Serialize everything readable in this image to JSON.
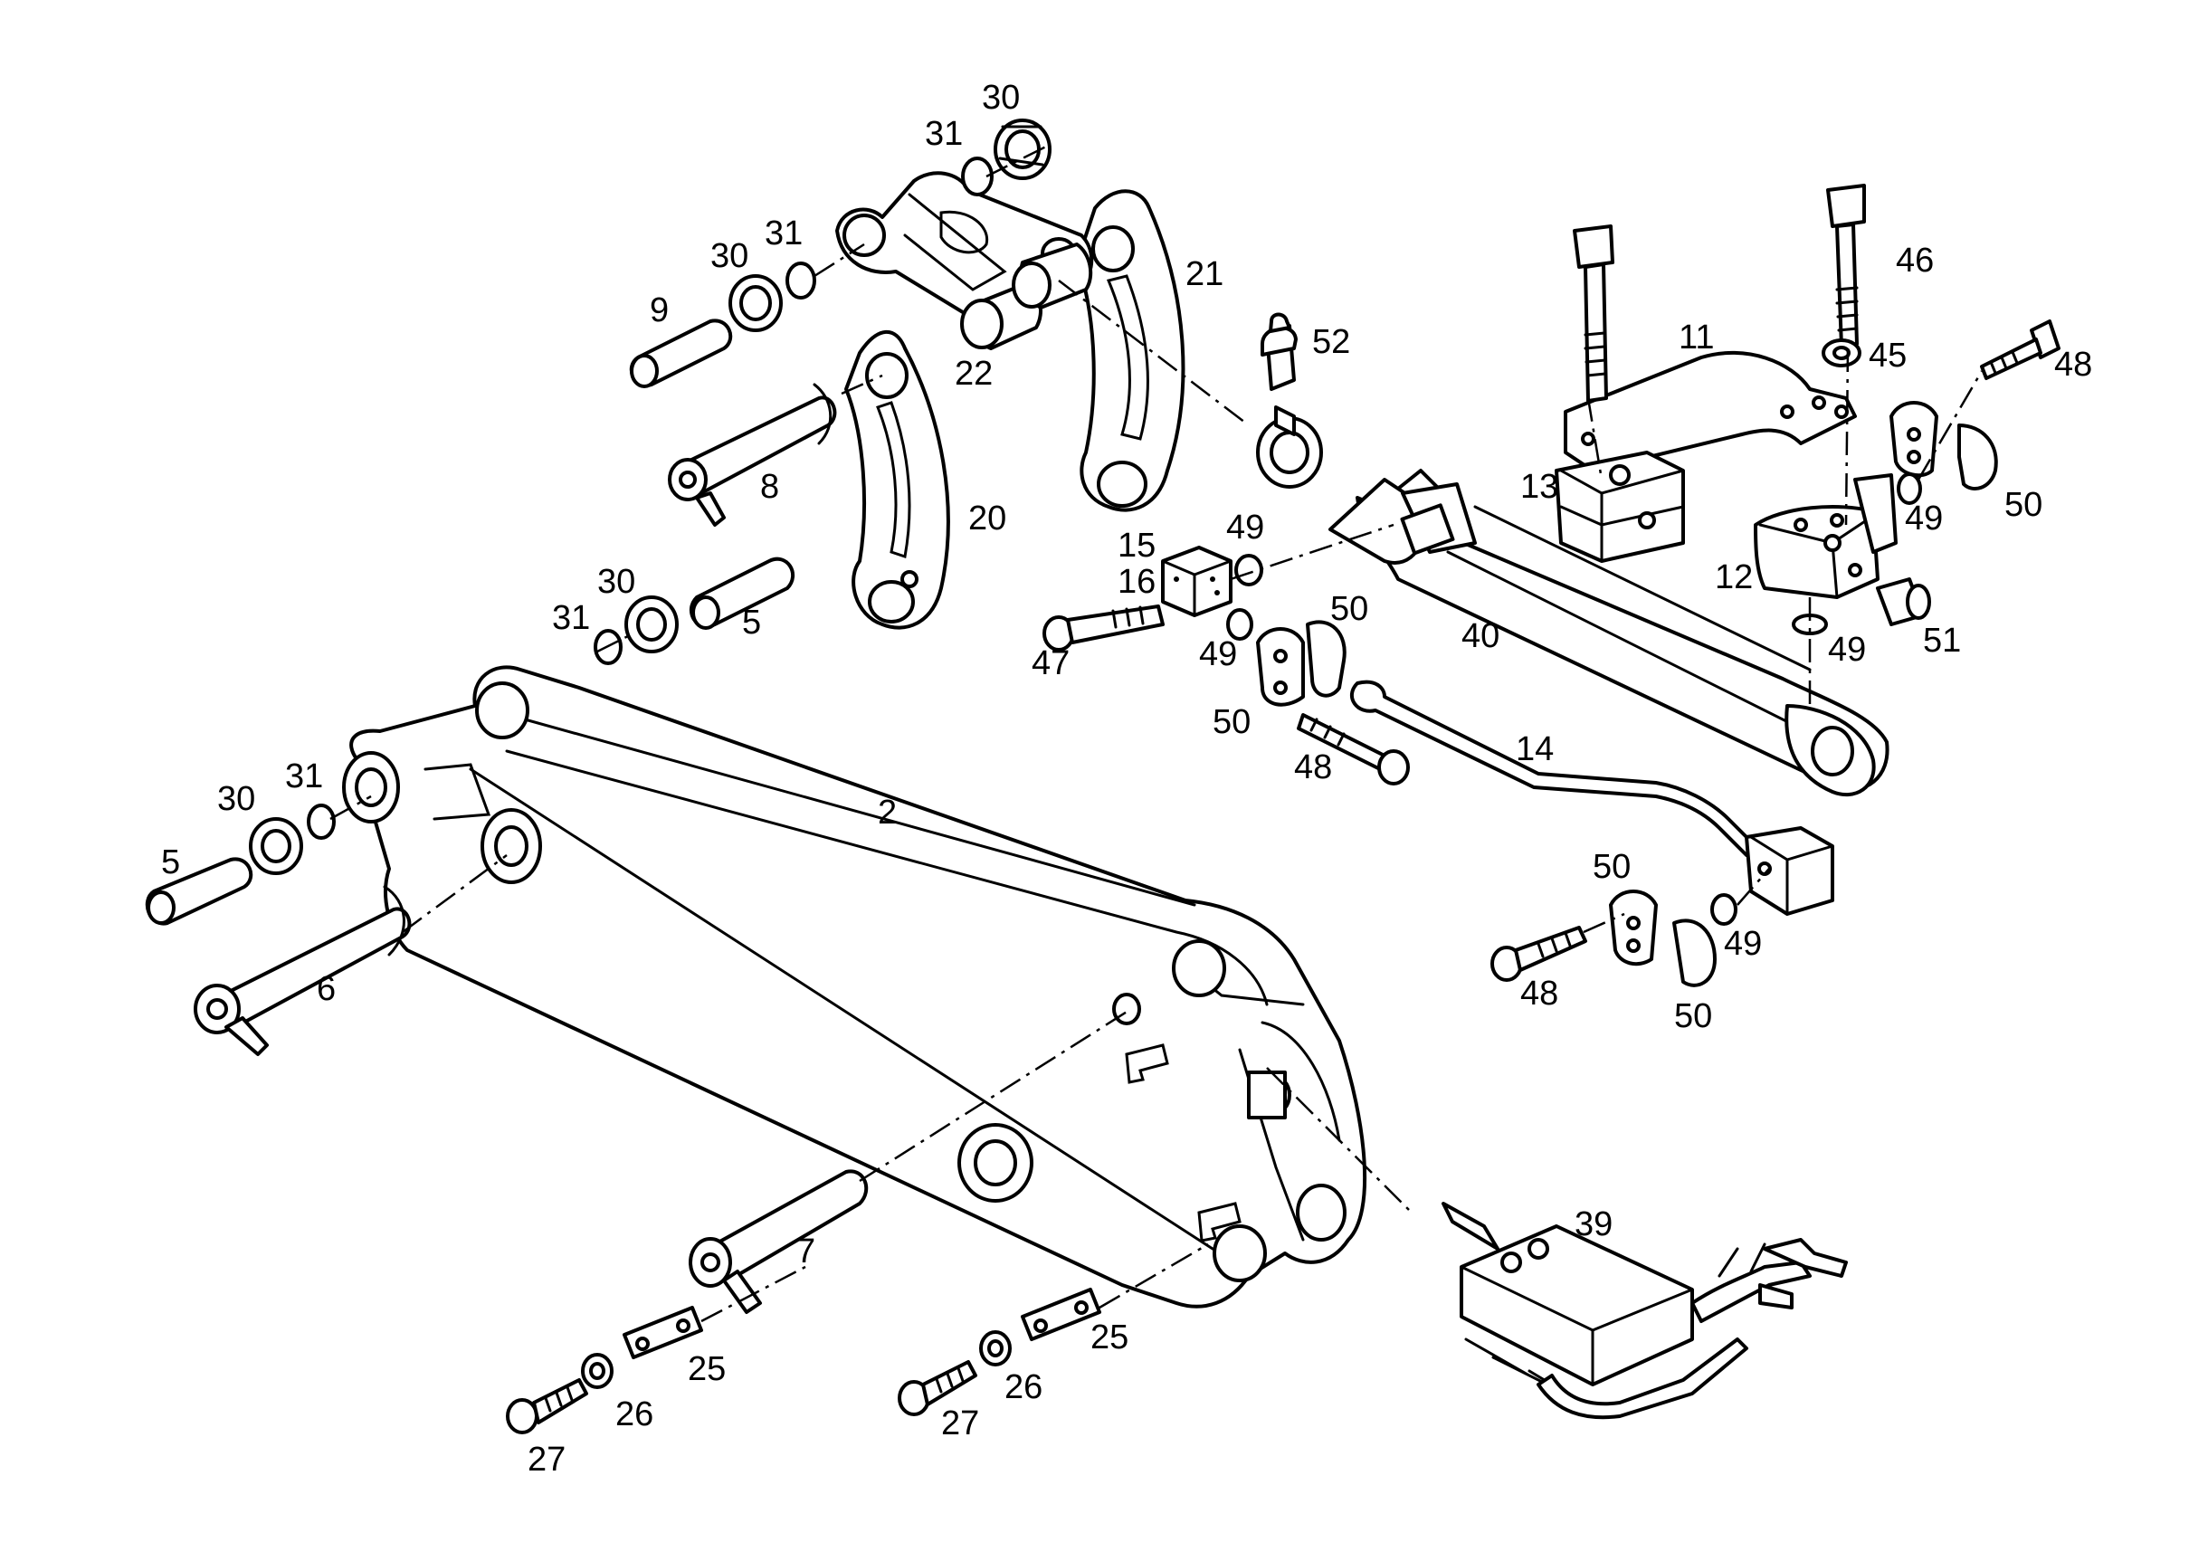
{
  "diagram": {
    "type": "exploded parts drawing",
    "labels": [
      {
        "id": "label-30-top",
        "text": "30"
      },
      {
        "id": "label-31-top",
        "text": "31"
      },
      {
        "id": "label-30-mid",
        "text": "30"
      },
      {
        "id": "label-31-mid",
        "text": "31"
      },
      {
        "id": "label-9",
        "text": "9"
      },
      {
        "id": "label-21",
        "text": "21"
      },
      {
        "id": "label-22",
        "text": "22"
      },
      {
        "id": "label-52",
        "text": "52"
      },
      {
        "id": "label-46",
        "text": "46"
      },
      {
        "id": "label-11",
        "text": "11"
      },
      {
        "id": "label-45",
        "text": "45"
      },
      {
        "id": "label-48-top",
        "text": "48"
      },
      {
        "id": "label-8",
        "text": "8"
      },
      {
        "id": "label-20",
        "text": "20"
      },
      {
        "id": "label-13",
        "text": "13"
      },
      {
        "id": "label-50-right",
        "text": "50"
      },
      {
        "id": "label-49-right",
        "text": "49"
      },
      {
        "id": "label-15",
        "text": "15"
      },
      {
        "id": "label-49-valve",
        "text": "49"
      },
      {
        "id": "label-16",
        "text": "16"
      },
      {
        "id": "label-12",
        "text": "12"
      },
      {
        "id": "label-30-low",
        "text": "30"
      },
      {
        "id": "label-31-low",
        "text": "31"
      },
      {
        "id": "label-5-top",
        "text": "5"
      },
      {
        "id": "label-50-clamp",
        "text": "50"
      },
      {
        "id": "label-47",
        "text": "47"
      },
      {
        "id": "label-49-clamp",
        "text": "49"
      },
      {
        "id": "label-40",
        "text": "40"
      },
      {
        "id": "label-51",
        "text": "51"
      },
      {
        "id": "label-49-block",
        "text": "49"
      },
      {
        "id": "label-50-clamp2",
        "text": "50"
      },
      {
        "id": "label-48-mid",
        "text": "48"
      },
      {
        "id": "label-14",
        "text": "14"
      },
      {
        "id": "label-30-left",
        "text": "30"
      },
      {
        "id": "label-31-left",
        "text": "31"
      },
      {
        "id": "label-2",
        "text": "2"
      },
      {
        "id": "label-5-left",
        "text": "5"
      },
      {
        "id": "label-6",
        "text": "6"
      },
      {
        "id": "label-50-low",
        "text": "50"
      },
      {
        "id": "label-49-low",
        "text": "49"
      },
      {
        "id": "label-48-low",
        "text": "48"
      },
      {
        "id": "label-50-low2",
        "text": "50"
      },
      {
        "id": "label-7",
        "text": "7"
      },
      {
        "id": "label-39",
        "text": "39"
      },
      {
        "id": "label-25-left",
        "text": "25"
      },
      {
        "id": "label-26-left",
        "text": "26"
      },
      {
        "id": "label-27-left",
        "text": "27"
      },
      {
        "id": "label-25-right",
        "text": "25"
      },
      {
        "id": "label-26-right",
        "text": "26"
      },
      {
        "id": "label-27-right",
        "text": "27"
      }
    ]
  }
}
